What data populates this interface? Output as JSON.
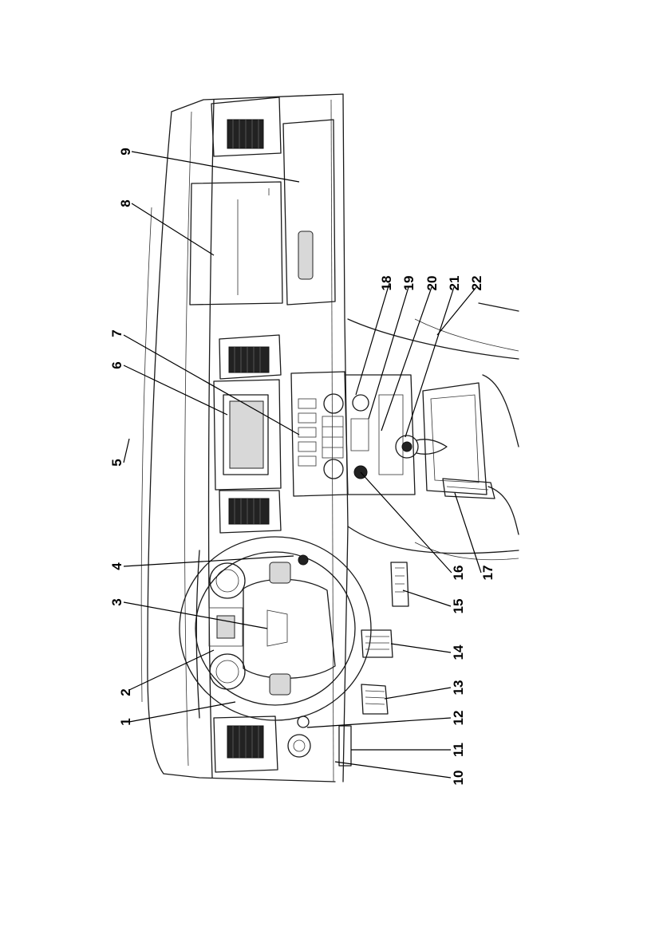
{
  "callouts": [
    {
      "n": "1"
    },
    {
      "n": "2"
    },
    {
      "n": "3"
    },
    {
      "n": "4"
    },
    {
      "n": "5"
    },
    {
      "n": "6"
    },
    {
      "n": "7"
    },
    {
      "n": "8"
    },
    {
      "n": "9"
    },
    {
      "n": "10"
    },
    {
      "n": "11"
    },
    {
      "n": "12"
    },
    {
      "n": "13"
    },
    {
      "n": "14"
    },
    {
      "n": "15"
    },
    {
      "n": "16"
    },
    {
      "n": "17"
    },
    {
      "n": "18"
    },
    {
      "n": "19"
    },
    {
      "n": "20"
    },
    {
      "n": "21"
    },
    {
      "n": "22"
    }
  ]
}
